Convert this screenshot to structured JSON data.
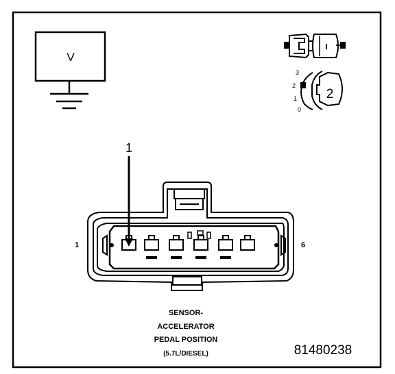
{
  "meter": {
    "label": "V",
    "icon": "voltmeter-ground-icon"
  },
  "test_probe": {
    "icon": "connector-test-probe-icon"
  },
  "dial": {
    "icon": "selector-dial-icon",
    "positions": [
      "3",
      "2",
      "1",
      "0"
    ],
    "selected": "2"
  },
  "connector": {
    "callout": "1",
    "pin_left": "1",
    "pin_right": "6",
    "cavity_count": 6
  },
  "caption": {
    "line1": "SENSOR-",
    "line2": "ACCELERATOR",
    "line3": "PEDAL POSITION",
    "line4": "(5.7L/DIESEL)"
  },
  "figure_id": "81480238",
  "colors": {
    "ink": "#000000",
    "paper": "#ffffff"
  }
}
